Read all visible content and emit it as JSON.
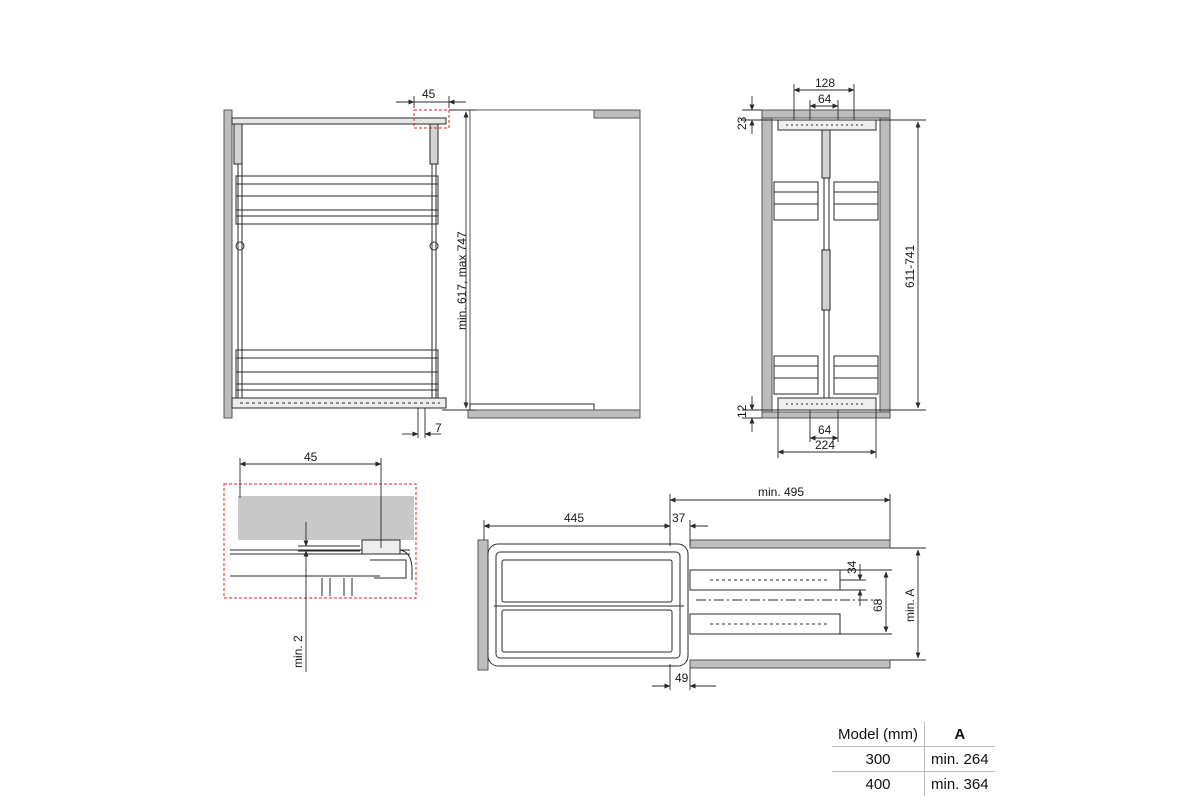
{
  "dimensions": {
    "side_top_width": "45",
    "side_height": "min. 617, max 747",
    "side_bottom_offset": "7",
    "front_top_outer": "128",
    "front_top_inner": "64",
    "front_top_offset": "23",
    "front_height": "611-741",
    "front_bottom_offset": "12",
    "front_bottom_inner": "64",
    "front_bottom_outer": "224",
    "detail_width": "45",
    "detail_gap": "min. 2",
    "plan_depth_basket": "445",
    "plan_gap": "37",
    "plan_depth_min": "min. 495",
    "plan_rail_1": "34",
    "plan_rail_2": "68",
    "plan_width": "min. A",
    "plan_front_offset": "49"
  },
  "table": {
    "header_model": "Model (mm)",
    "header_a": "A",
    "rows": [
      {
        "model": "300",
        "a": "min. 264"
      },
      {
        "model": "400",
        "a": "min. 364"
      }
    ]
  },
  "colors": {
    "line": "#2a2a2a",
    "panel": "#bdbdbd",
    "detail_fill": "#c8c8c8",
    "highlight": "#e0202a"
  }
}
